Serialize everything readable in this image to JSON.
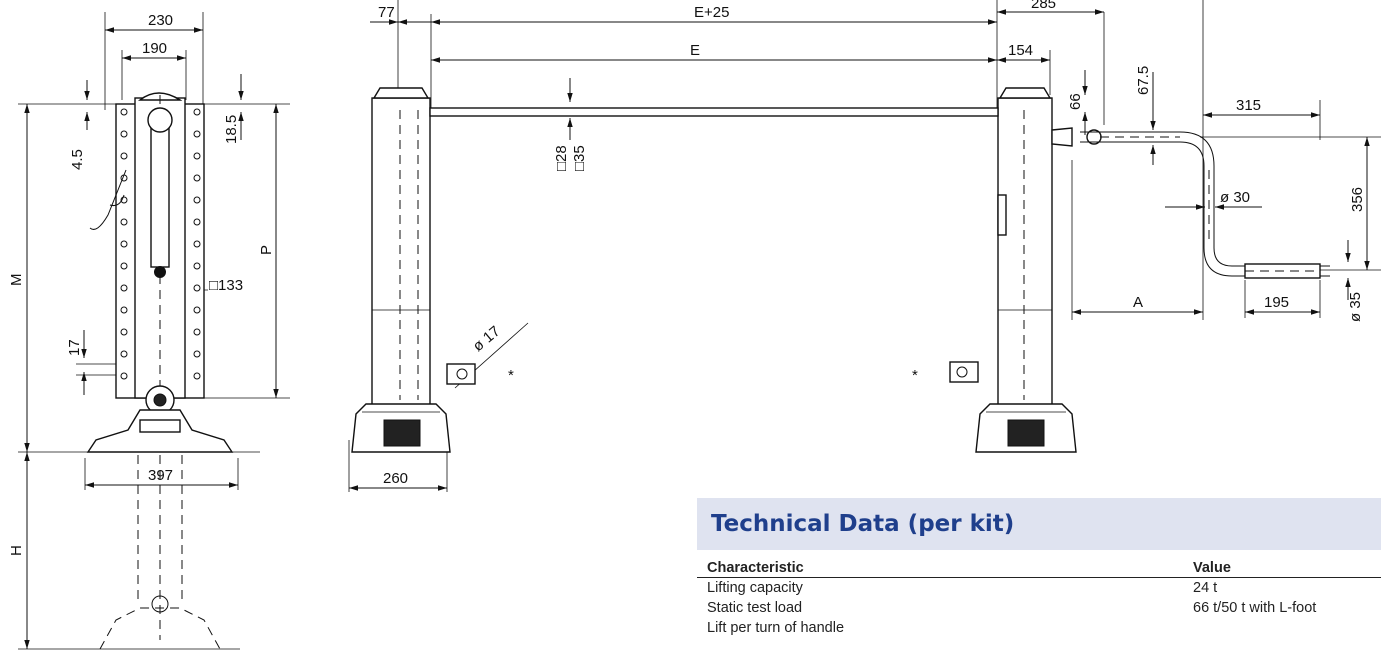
{
  "drawing": {
    "front_view": {
      "dims": {
        "width_top": "230",
        "width_inner": "190",
        "offset_top": "4.5",
        "offset_right": "18.5",
        "height_M": "M",
        "height_P": "P",
        "tube_square": "□133",
        "offset_lower": "17",
        "foot_width": "397",
        "height_H": "H"
      }
    },
    "side_view": {
      "dims": {
        "overall": "E+25",
        "left_offset": "77",
        "shaft_length": "E",
        "shaft_sq_small": "□28",
        "shaft_sq_large": "□35",
        "right_offset": "154",
        "top_offset": "66",
        "foot_width": "260",
        "hole": "ø 17",
        "marker": "*"
      }
    },
    "handle_view": {
      "dims": {
        "top_width": "285",
        "axis_height": "67.5",
        "reach": "315",
        "rod_dia": "ø 30",
        "height": "356",
        "length_A": "A",
        "grip_length": "195",
        "grip_dia": "ø 35",
        "marker": "*"
      }
    }
  },
  "technical_data": {
    "title": "Technical Data (per kit)",
    "headers": [
      "Characteristic",
      "Value"
    ],
    "rows": [
      {
        "label": "Lifting capacity",
        "value": "24 t"
      },
      {
        "label": "Static test load",
        "value": "66 t/50 t with L-foot"
      },
      {
        "label": "Lift per turn of handle",
        "value": ""
      }
    ]
  }
}
